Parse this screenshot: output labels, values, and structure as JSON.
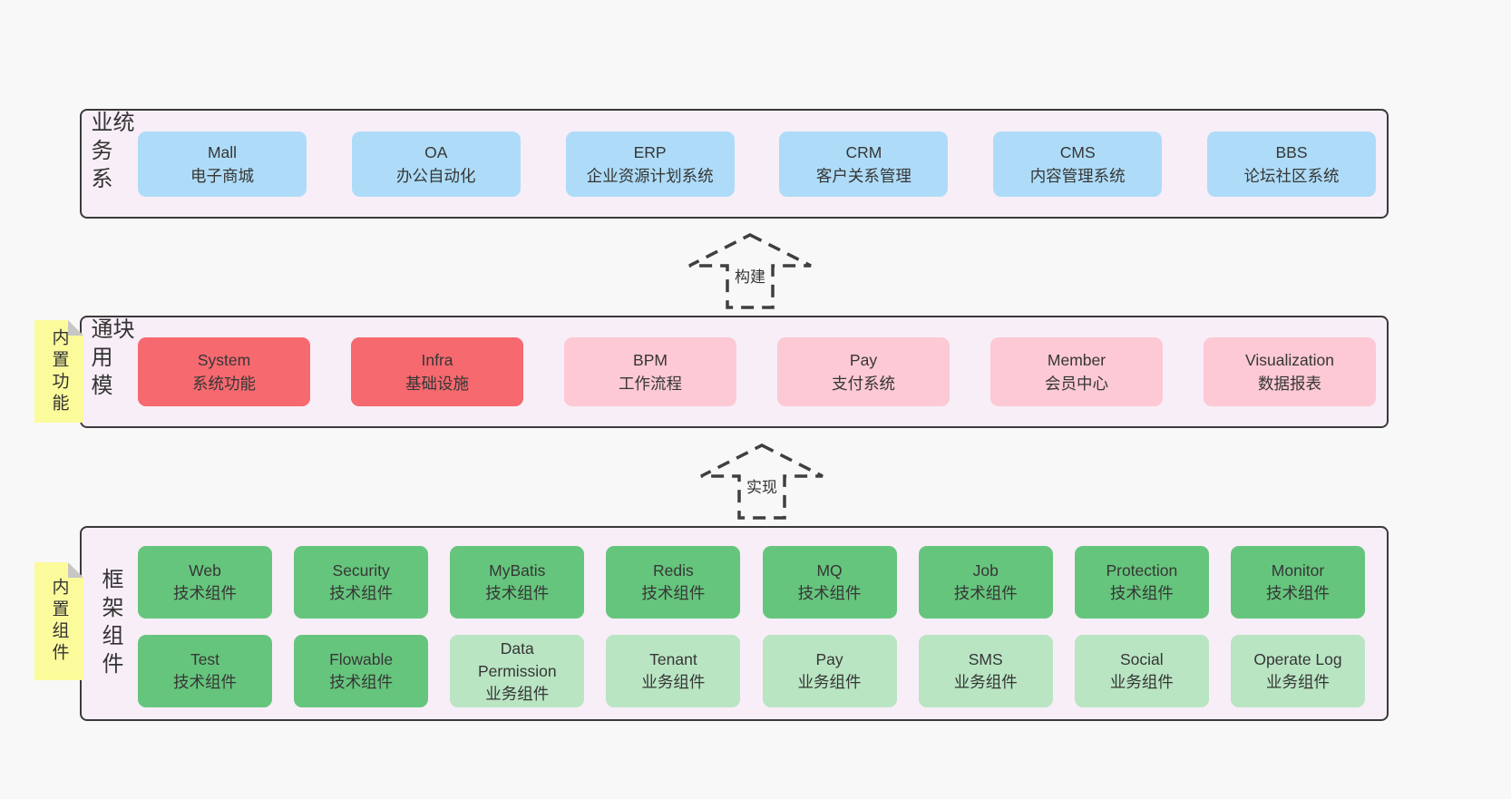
{
  "diagram": {
    "bands": [
      {
        "label": "业务系统",
        "boxes": [
          {
            "en": "Mall",
            "zh": "电子商城"
          },
          {
            "en": "OA",
            "zh": "办公自动化"
          },
          {
            "en": "ERP",
            "zh": "企业资源计划系统"
          },
          {
            "en": "CRM",
            "zh": "客户关系管理"
          },
          {
            "en": "CMS",
            "zh": "内容管理系统"
          },
          {
            "en": "BBS",
            "zh": "论坛社区系统"
          }
        ]
      },
      {
        "label": "通用模块",
        "sticky": "内置功能",
        "boxes": [
          {
            "en": "System",
            "zh": "系统功能"
          },
          {
            "en": "Infra",
            "zh": "基础设施"
          },
          {
            "en": "BPM",
            "zh": "工作流程"
          },
          {
            "en": "Pay",
            "zh": "支付系统"
          },
          {
            "en": "Member",
            "zh": "会员中心"
          },
          {
            "en": "Visualization",
            "zh": "数据报表"
          }
        ]
      },
      {
        "label": "框架组件",
        "sticky": "内置组件",
        "rows": [
          [
            {
              "en": "Web",
              "zh": "技术组件"
            },
            {
              "en": "Security",
              "zh": "技术组件"
            },
            {
              "en": "MyBatis",
              "zh": "技术组件"
            },
            {
              "en": "Redis",
              "zh": "技术组件"
            },
            {
              "en": "MQ",
              "zh": "技术组件"
            },
            {
              "en": "Job",
              "zh": "技术组件"
            },
            {
              "en": "Protection",
              "zh": "技术组件"
            },
            {
              "en": "Monitor",
              "zh": "技术组件"
            }
          ],
          [
            {
              "en": "Test",
              "zh": "技术组件"
            },
            {
              "en": "Flowable",
              "zh": "技术组件"
            },
            {
              "en": "Data Permission",
              "zh": "业务组件"
            },
            {
              "en": "Tenant",
              "zh": "业务组件"
            },
            {
              "en": "Pay",
              "zh": "业务组件"
            },
            {
              "en": "SMS",
              "zh": "业务组件"
            },
            {
              "en": "Social",
              "zh": "业务组件"
            },
            {
              "en": "Operate Log",
              "zh": "业务组件"
            }
          ]
        ]
      }
    ],
    "arrows": [
      {
        "label": "构建"
      },
      {
        "label": "实现"
      }
    ],
    "colors": {
      "page_bg": "#f8f8f8",
      "band_bg": "#f8eef7",
      "band_border": "#3a3a3a",
      "business_box_blue": "#aedcf8",
      "core_module_red": "#f5696f",
      "module_pink": "#fcc9d4",
      "tech_component_green": "#66c57d",
      "biz_component_light_green": "#b9e5c3",
      "sticky_yellow": "#fbfb9c",
      "sticky_fold_gray": "#c6c6c6",
      "text": "#363636"
    }
  }
}
